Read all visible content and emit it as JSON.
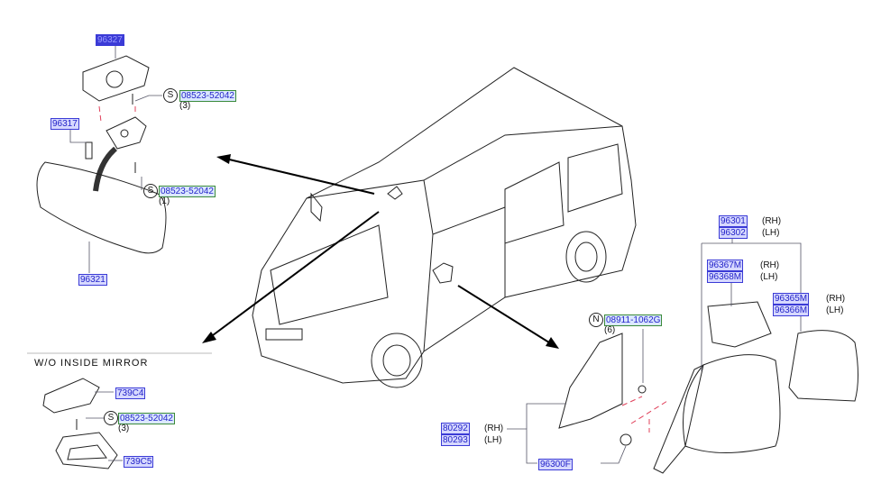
{
  "parts": {
    "p96327": "96327",
    "p96317": "96317",
    "p96321": "96321",
    "screw_a": "08523-52042",
    "screw_a_qty": "(3)",
    "screw_b": "08523-52042",
    "screw_b_qty": "(1)",
    "p739C4": "739C4",
    "p739C5": "739C5",
    "screw_c": "08523-52042",
    "screw_c_qty": "(3)",
    "p96301": "96301",
    "p96302": "96302",
    "p96367M": "96367M",
    "p96368M": "96368M",
    "p96365M": "96365M",
    "p96366M": "96366M",
    "nut": "08911-1062G",
    "nut_qty": "(6)",
    "p80292": "80292",
    "p80293": "80293",
    "p96300F": "96300F"
  },
  "sides": {
    "rh": "(RH)",
    "lh": "(LH)"
  },
  "symbols": {
    "s": "S",
    "n": "N"
  },
  "section_heading": "W/O   INSIDE   MIRROR"
}
